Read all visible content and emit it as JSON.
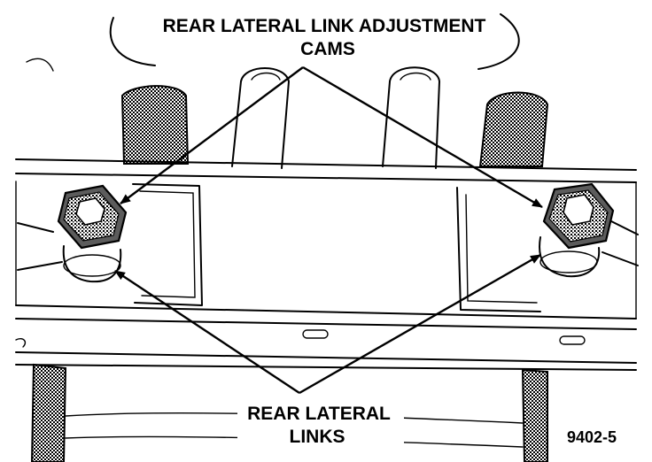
{
  "labels": {
    "cams_line1": "REAR LATERAL LINK ADJUSTMENT",
    "cams_line2": "CAMS",
    "links_line1": "REAR LATERAL",
    "links_line2": "LINKS",
    "figure_number": "9402-5"
  },
  "colors": {
    "ink": "#000000",
    "shade": "#8a8a8a",
    "hex_fill": "#5c5c5c",
    "paper": "#ffffff"
  }
}
